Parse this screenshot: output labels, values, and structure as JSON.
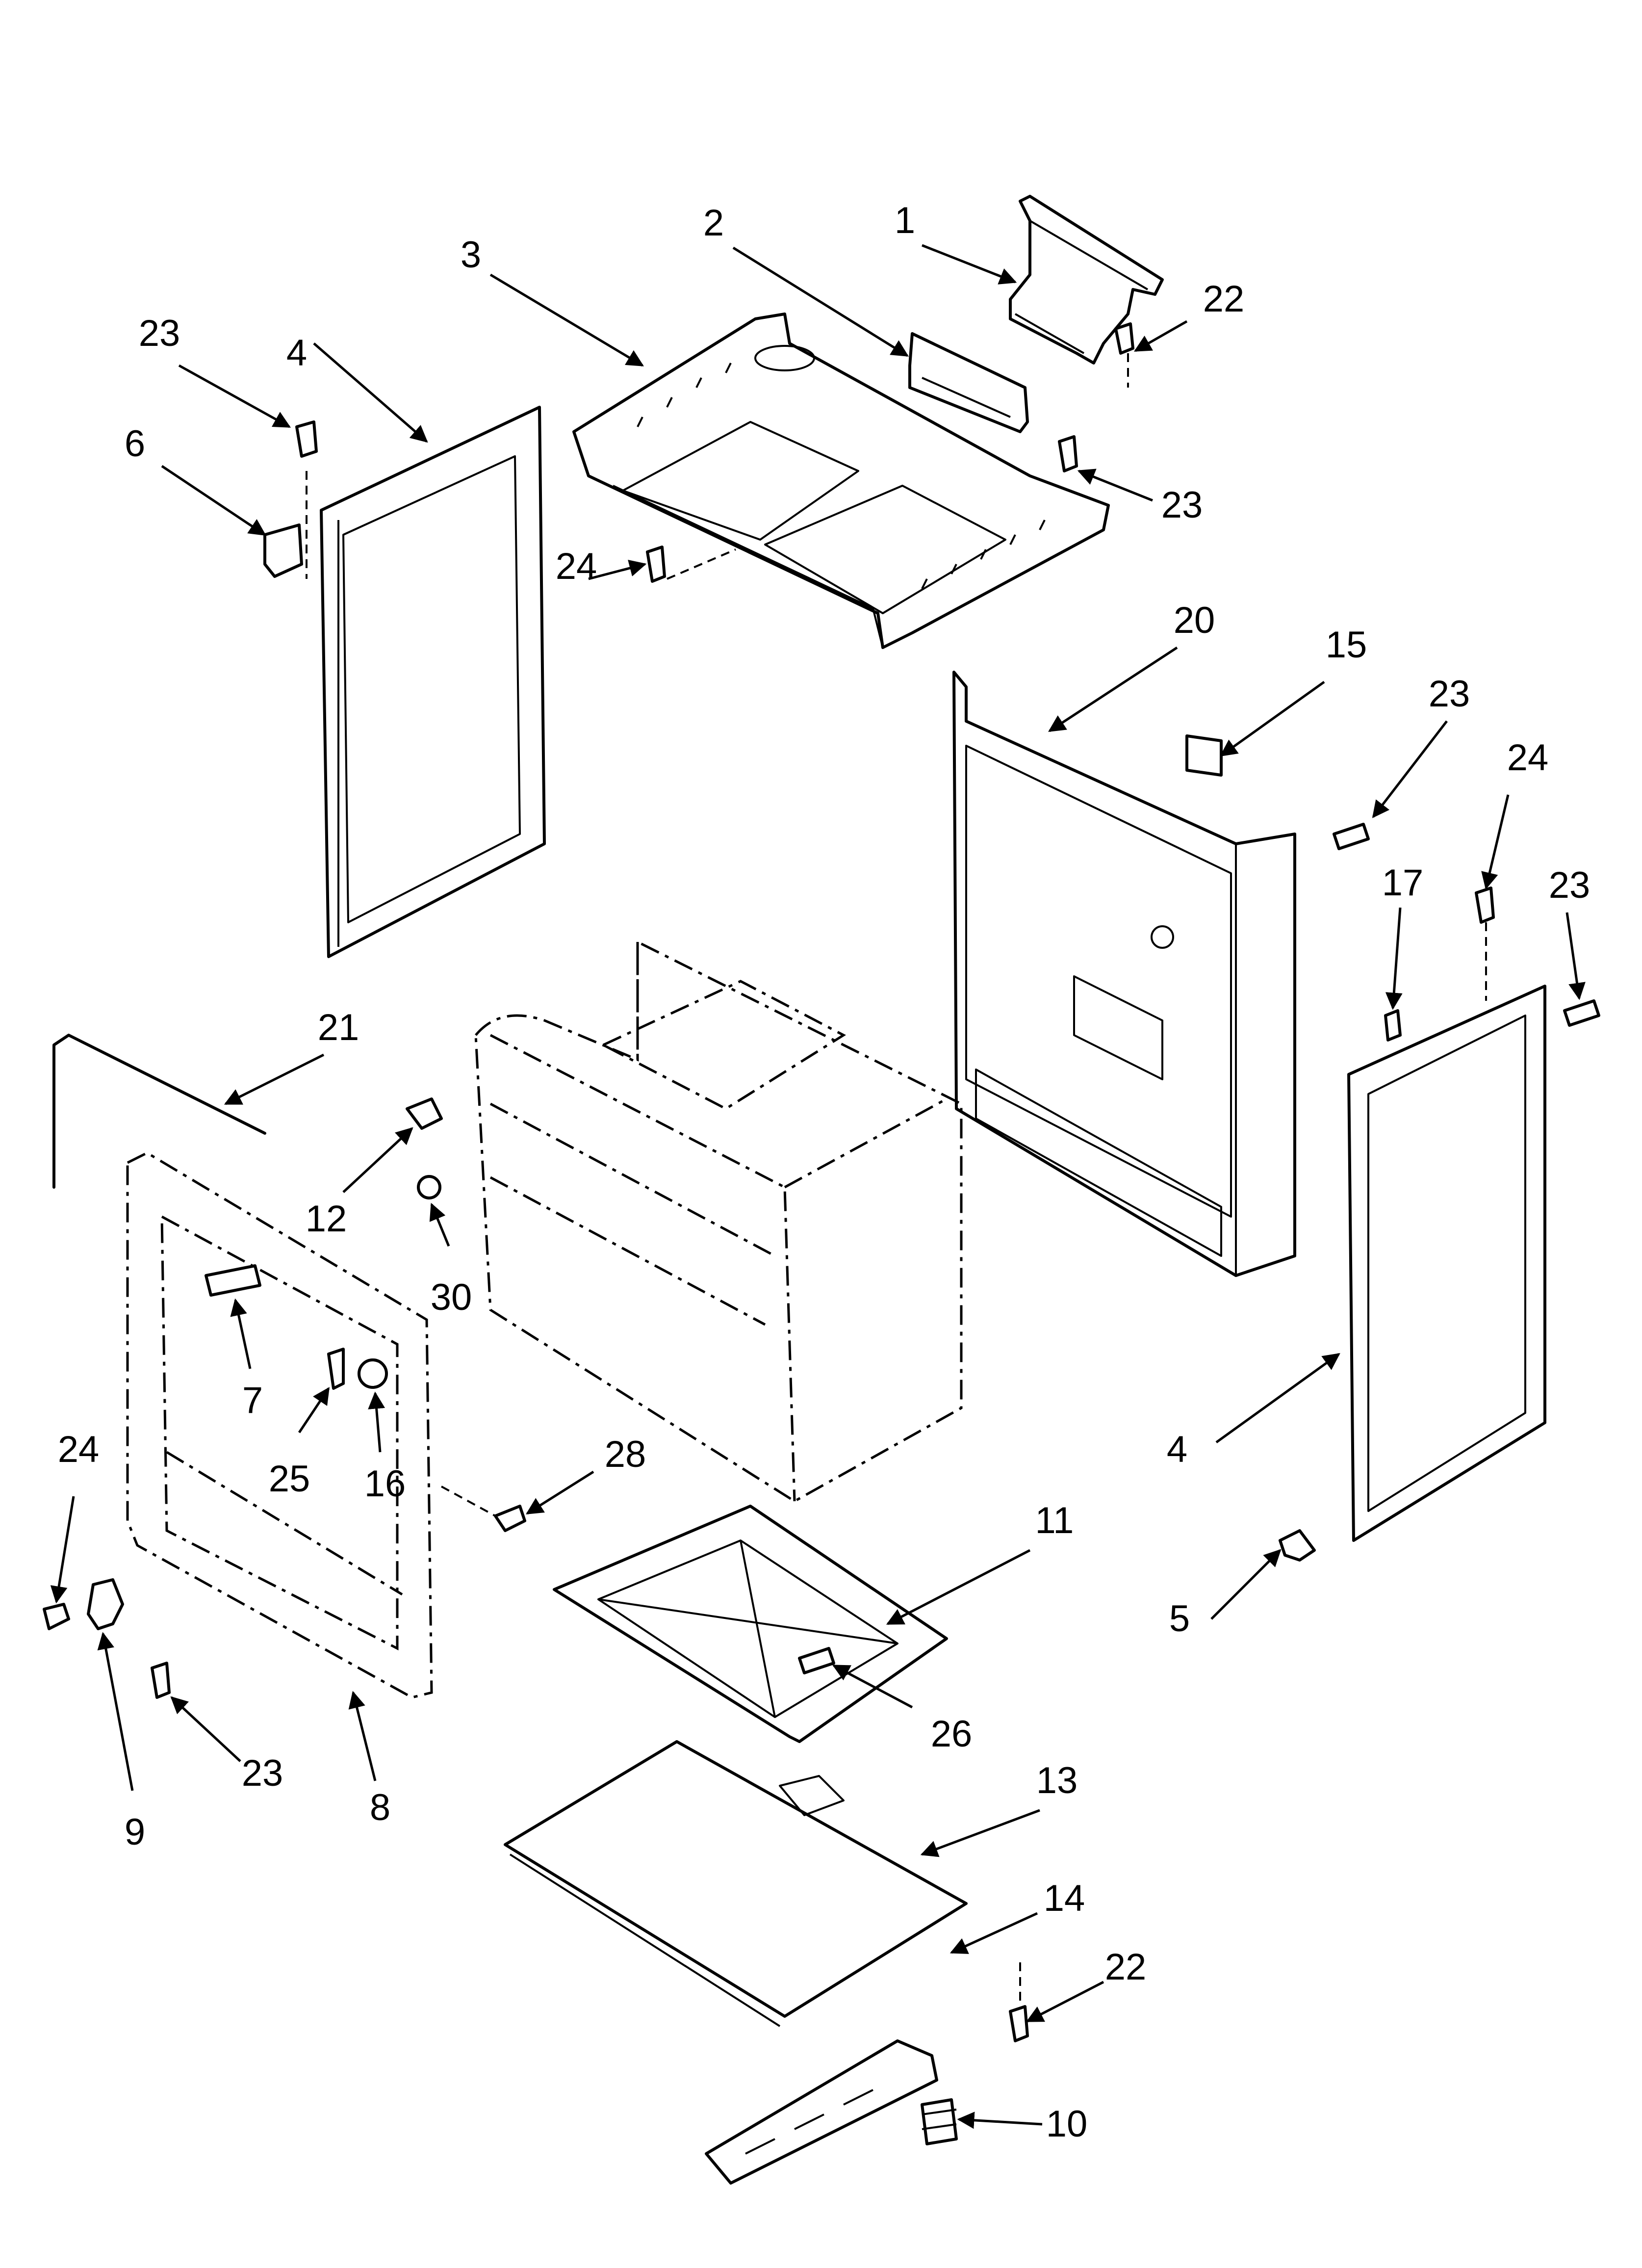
{
  "callouts": [
    {
      "id": "c1",
      "label": "1"
    },
    {
      "id": "c2",
      "label": "2"
    },
    {
      "id": "c3",
      "label": "3"
    },
    {
      "id": "c22a",
      "label": "22"
    },
    {
      "id": "c23a",
      "label": "23"
    },
    {
      "id": "c4a",
      "label": "4"
    },
    {
      "id": "c6",
      "label": "6"
    },
    {
      "id": "c23b",
      "label": "23"
    },
    {
      "id": "c24a",
      "label": "24"
    },
    {
      "id": "c20",
      "label": "20"
    },
    {
      "id": "c15",
      "label": "15"
    },
    {
      "id": "c23c",
      "label": "23"
    },
    {
      "id": "c24b",
      "label": "24"
    },
    {
      "id": "c17",
      "label": "17"
    },
    {
      "id": "c23d",
      "label": "23"
    },
    {
      "id": "c21",
      "label": "21"
    },
    {
      "id": "c12",
      "label": "12"
    },
    {
      "id": "c30",
      "label": "30"
    },
    {
      "id": "c7",
      "label": "7"
    },
    {
      "id": "c25",
      "label": "25"
    },
    {
      "id": "c16",
      "label": "16"
    },
    {
      "id": "c24c",
      "label": "24"
    },
    {
      "id": "c28",
      "label": "28"
    },
    {
      "id": "c11",
      "label": "11"
    },
    {
      "id": "c4b",
      "label": "4"
    },
    {
      "id": "c5",
      "label": "5"
    },
    {
      "id": "c26",
      "label": "26"
    },
    {
      "id": "c9",
      "label": "9"
    },
    {
      "id": "c23e",
      "label": "23"
    },
    {
      "id": "c8",
      "label": "8"
    },
    {
      "id": "c13",
      "label": "13"
    },
    {
      "id": "c14",
      "label": "14"
    },
    {
      "id": "c22b",
      "label": "22"
    },
    {
      "id": "c10",
      "label": "10"
    }
  ]
}
